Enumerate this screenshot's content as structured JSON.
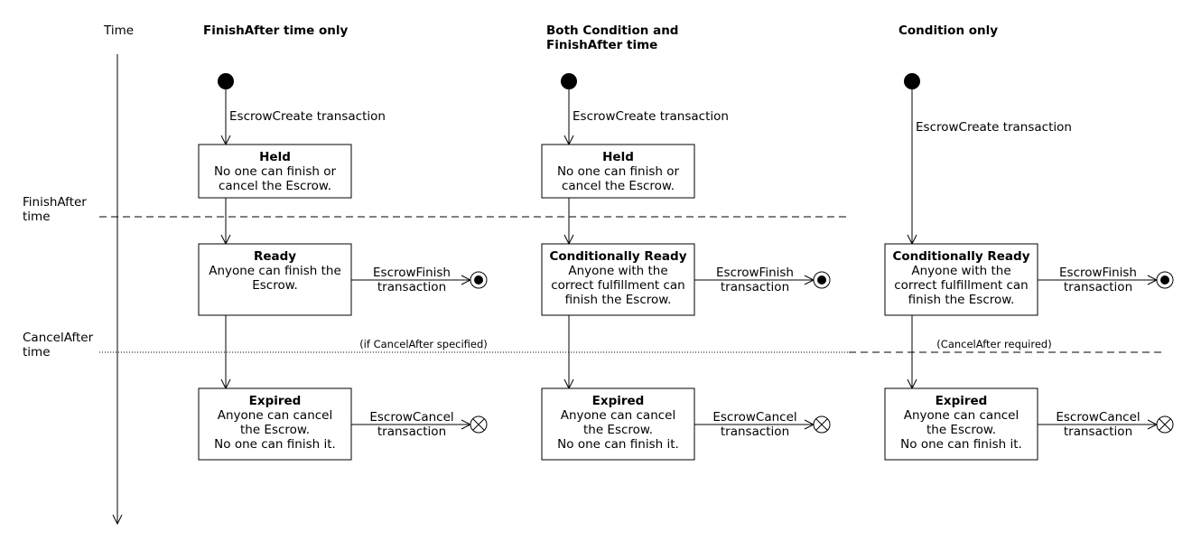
{
  "time_axis": {
    "label": "Time",
    "finishafter_label": [
      "FinishAfter",
      "time"
    ],
    "cancelafter_label": [
      "CancelAfter",
      "time"
    ]
  },
  "columns": [
    {
      "title": [
        "FinishAfter time only"
      ],
      "create_label": "EscrowCreate transaction",
      "held": {
        "title": "Held",
        "lines": [
          "No one can finish or",
          "cancel the Escrow."
        ]
      },
      "ready": {
        "title": "Ready",
        "lines": [
          "Anyone can finish the",
          "Escrow."
        ]
      },
      "finish_label": [
        "EscrowFinish",
        "transaction"
      ],
      "cancelafter_note": "(if CancelAfter specified)",
      "expired": {
        "title": "Expired",
        "lines": [
          "Anyone can cancel",
          "the Escrow.",
          "No one can finish it."
        ]
      },
      "cancel_label": [
        "EscrowCancel",
        "transaction"
      ]
    },
    {
      "title": [
        "Both Condition and",
        "FinishAfter time"
      ],
      "create_label": "EscrowCreate transaction",
      "held": {
        "title": "Held",
        "lines": [
          "No one can finish or",
          "cancel the Escrow."
        ]
      },
      "ready": {
        "title": "Conditionally Ready",
        "lines": [
          "Anyone with the",
          "correct fulfillment can",
          "finish the Escrow."
        ]
      },
      "finish_label": [
        "EscrowFinish",
        "transaction"
      ],
      "expired": {
        "title": "Expired",
        "lines": [
          "Anyone can cancel",
          "the Escrow.",
          "No one can finish it."
        ]
      },
      "cancel_label": [
        "EscrowCancel",
        "transaction"
      ]
    },
    {
      "title": [
        "Condition only"
      ],
      "create_label": "EscrowCreate transaction",
      "ready": {
        "title": "Conditionally Ready",
        "lines": [
          "Anyone with the",
          "correct fulfillment can",
          "finish the Escrow."
        ]
      },
      "finish_label": [
        "EscrowFinish",
        "transaction"
      ],
      "cancelafter_note": "(CancelAfter required)",
      "expired": {
        "title": "Expired",
        "lines": [
          "Anyone can cancel",
          "the Escrow.",
          "No one can finish it."
        ]
      },
      "cancel_label": [
        "EscrowCancel",
        "transaction"
      ]
    }
  ]
}
